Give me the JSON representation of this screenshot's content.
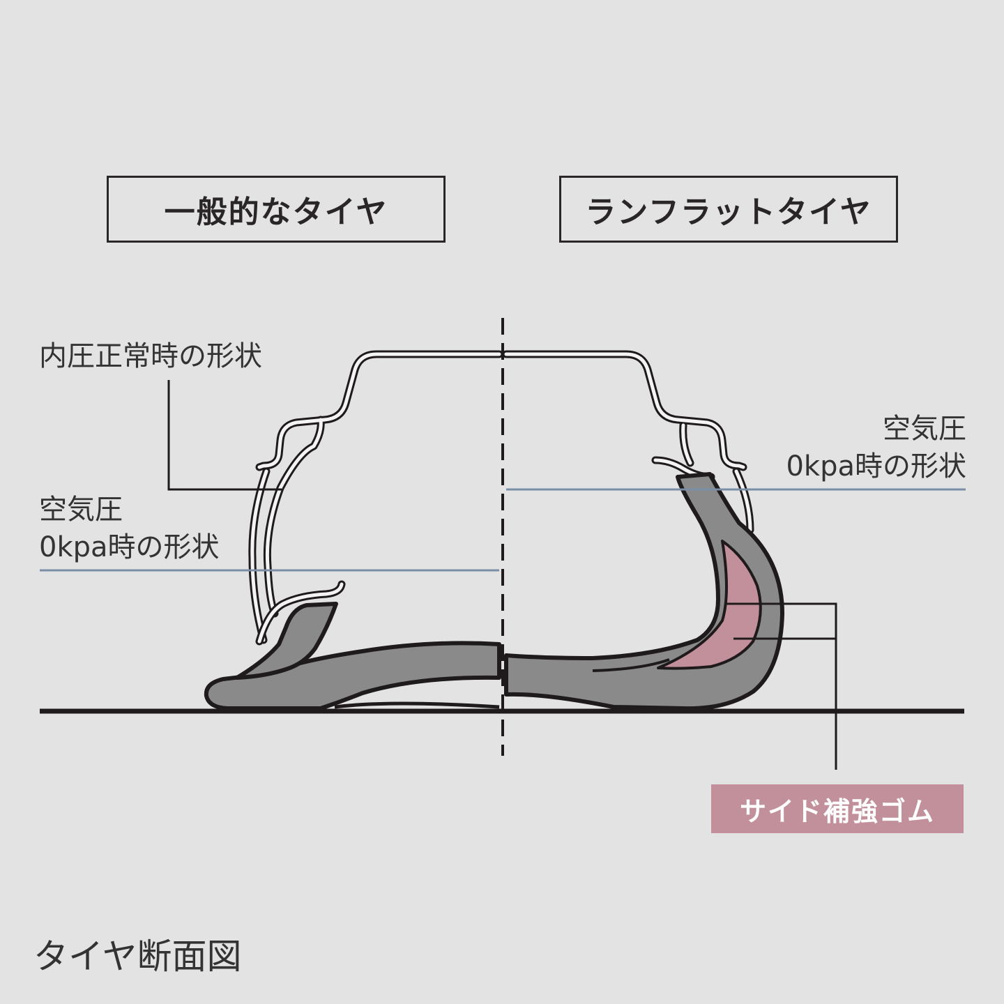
{
  "titles": {
    "left": "一般的なタイヤ",
    "right": "ランフラットタイヤ"
  },
  "labels": {
    "normal_pressure": "内圧正常時の形状",
    "zero_left_line1": "空気圧",
    "zero_left_line2": "0kpa時の形状",
    "zero_right_line1": "空気圧",
    "zero_right_line2": "0kpa時の形状"
  },
  "reinforcement_label": "サイド補強ゴム",
  "caption": "タイヤ断面図",
  "colors": {
    "background": "#e3e3e3",
    "outline": "#2a2526",
    "tire_fill": "#8a8a8a",
    "reinforcement": "#c2909b",
    "leader_blue": "#7a8ea6"
  }
}
